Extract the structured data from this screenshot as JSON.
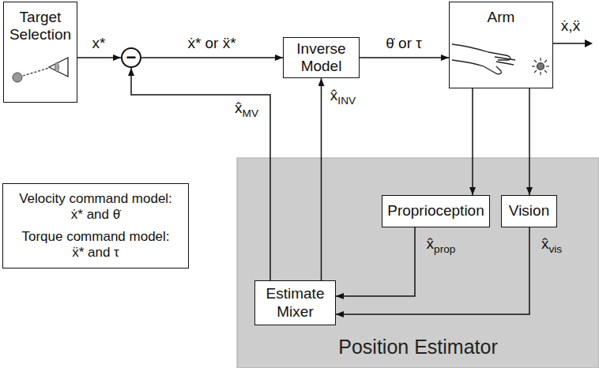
{
  "diagram": {
    "nodes": [
      {
        "text": [
          "Target Selection"
        ]
      },
      {
        "text": [
          "−"
        ]
      },
      {
        "text": [
          "Inverse Model"
        ]
      },
      {
        "text": [
          "Arm"
        ]
      },
      {
        "text": [
          "Velocity command model: ẋ* and θ̇",
          "Torque command model: ẍ* and τ"
        ]
      },
      {
        "text": [
          "Position Estimator"
        ]
      },
      {
        "text": [
          "Proprioception"
        ],
        "in": 5
      },
      {
        "text": [
          "Vision"
        ],
        "in": 5
      },
      {
        "text": [
          "Estimate Mixer"
        ],
        "in": 5
      }
    ],
    "edges": [
      {
        "from": 0,
        "to": 1,
        "label": "x*",
        "arrow": "to"
      },
      {
        "from": 1,
        "to": 2,
        "label": "ẋ* or ẍ*",
        "arrow": "to"
      },
      {
        "from": 2,
        "to": 3,
        "label": "θ̇ or τ",
        "arrow": "to"
      },
      {
        "from": 3,
        "to": 6,
        "arrow": "to"
      },
      {
        "from": 3,
        "to": 7,
        "arrow": "to"
      },
      {
        "from": 6,
        "to": 8,
        "label": "x̂prop",
        "arrow": "to"
      },
      {
        "from": 7,
        "to": 8,
        "label": "x̂vis",
        "arrow": "to"
      },
      {
        "from": 8,
        "to": 1,
        "label": "x̂MV",
        "arrow": "to"
      },
      {
        "from": 8,
        "to": 2,
        "label": "x̂INV",
        "arrow": "to"
      }
    ],
    "labels": [
      "ẋ,ẍ"
    ]
  }
}
